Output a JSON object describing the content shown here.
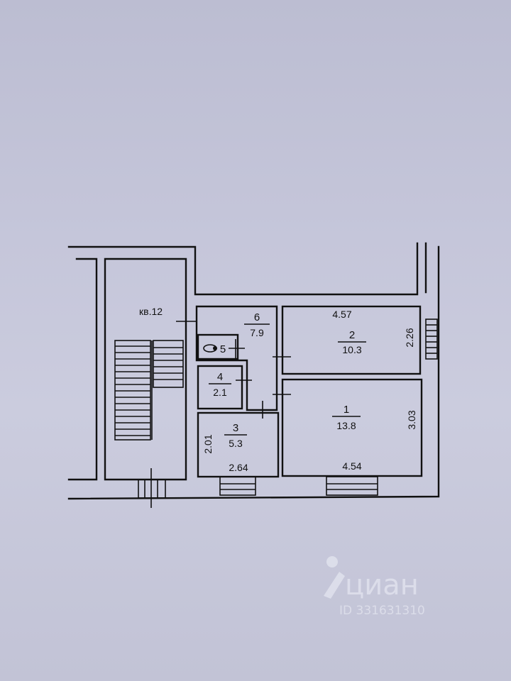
{
  "apartment_label": "кв.12",
  "rooms": [
    {
      "number": "1",
      "area": "13.8",
      "dims": [
        "3.03",
        "4.54"
      ]
    },
    {
      "number": "2",
      "area": "10.3",
      "dims": [
        "4.57",
        "2.26"
      ]
    },
    {
      "number": "3",
      "area": "5.3",
      "dims": [
        "2.01",
        "2.64"
      ]
    },
    {
      "number": "4",
      "area": "2.1"
    },
    {
      "number": "5"
    },
    {
      "number": "6",
      "area": "7.9"
    }
  ],
  "watermark": {
    "brand": "циан",
    "id": "ID 331631310"
  },
  "colors": {
    "paper": "#c5c6da",
    "ink": "#111111"
  }
}
